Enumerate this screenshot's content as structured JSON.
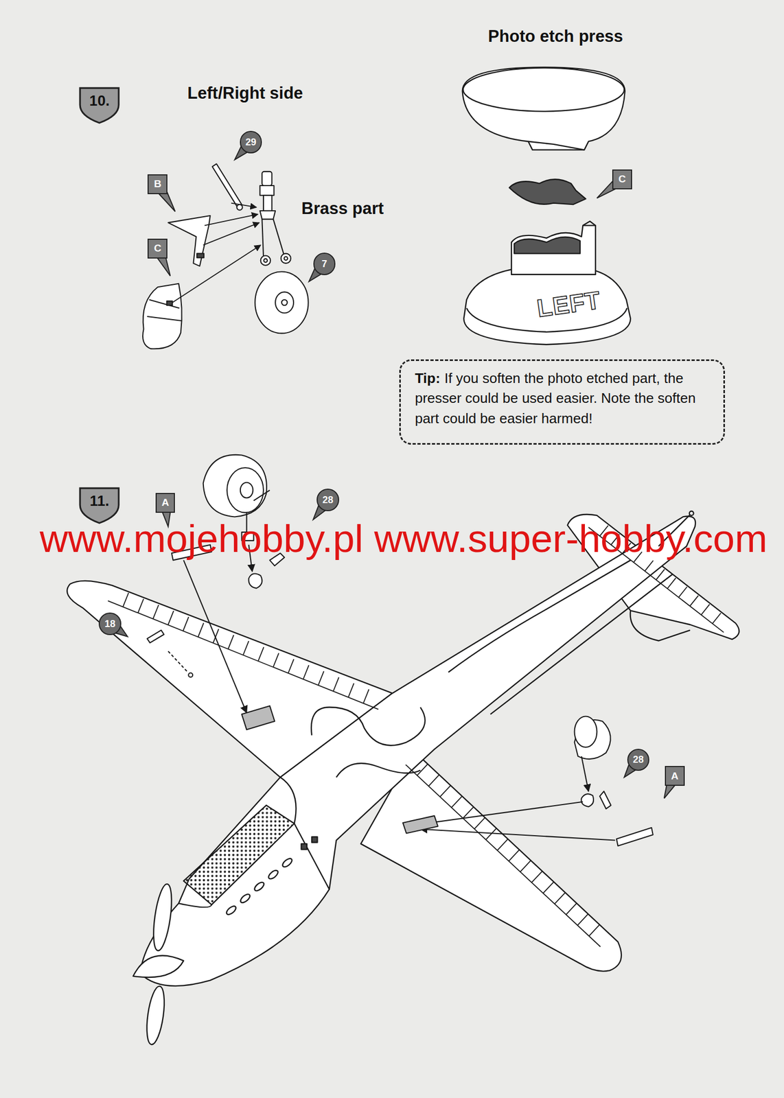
{
  "diagram": {
    "nodes": [
      {
        "text": [
          "10."
        ]
      },
      {
        "text": [
          "29"
        ]
      },
      {
        "text": [
          "B"
        ]
      },
      {
        "text": [
          "C"
        ]
      },
      {
        "text": [
          "7"
        ]
      },
      {
        "text": [
          "C"
        ]
      },
      {
        "text": [
          "Tip:",
          "If you soften the photo etched part, the presser could be used easier. Note the soften part could be easier harmed!"
        ]
      },
      {
        "text": [
          "11."
        ]
      },
      {
        "text": [
          "A"
        ]
      },
      {
        "text": [
          "28"
        ]
      },
      {
        "text": [
          "18"
        ]
      },
      {
        "text": [
          "28"
        ]
      },
      {
        "text": [
          "A"
        ]
      }
    ],
    "labels": [
      "Left/Right side",
      "Brass part",
      "Photo etch press",
      "LEFT",
      "www.mojehobby.pl www.super-hobby.com"
    ]
  }
}
